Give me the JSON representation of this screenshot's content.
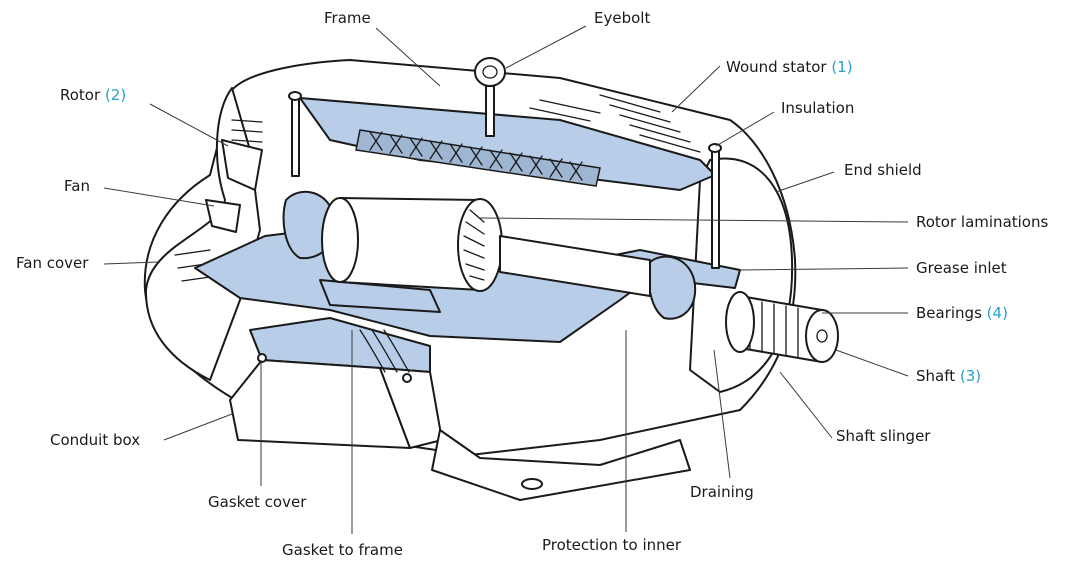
{
  "labels": {
    "frame": "Frame",
    "eyebolt": "Eyebolt",
    "wound_stator": "Wound stator",
    "wound_stator_num": "(1)",
    "insulation": "Insulation",
    "rotor": "Rotor",
    "rotor_num": "(2)",
    "end_shield": "End shield",
    "fan": "Fan",
    "rotor_laminations": "Rotor laminations",
    "fan_cover": "Fan cover",
    "grease_inlet": "Grease inlet",
    "bearings": "Bearings",
    "bearings_num": "(4)",
    "shaft": "Shaft",
    "shaft_num": "(3)",
    "conduit_box": "Conduit box",
    "shaft_slinger": "Shaft slinger",
    "draining": "Draining",
    "gasket_cover": "Gasket cover",
    "gasket_to_frame": "Gasket to frame",
    "protection_to_inner": "Protection to inner"
  },
  "colors": {
    "cutaway_fill": "#b7cde8",
    "number_accent": "#2a9fd0",
    "outline": "#1a1a1a"
  }
}
